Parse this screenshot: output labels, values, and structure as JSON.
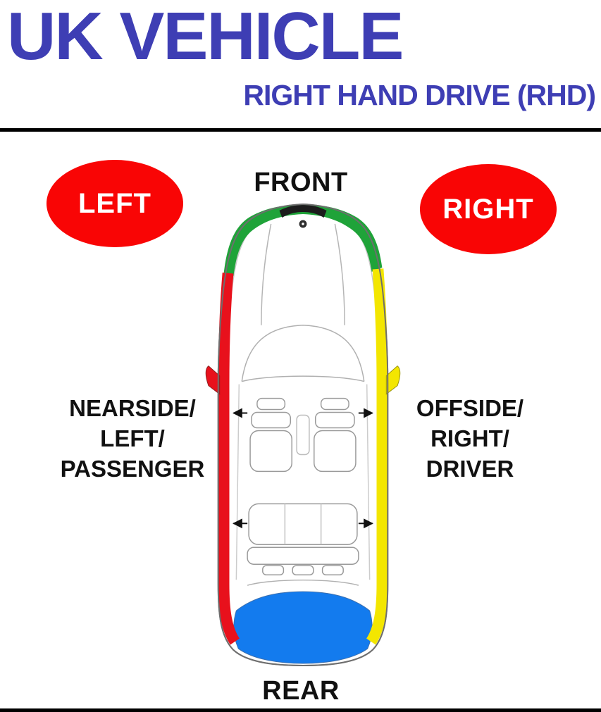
{
  "header": {
    "title": "UK VEHICLE",
    "subtitle": "RIGHT HAND DRIVE (RHD)"
  },
  "badges": {
    "left": "LEFT",
    "right": "RIGHT"
  },
  "car_labels": {
    "front": "FRONT",
    "rear": "REAR"
  },
  "side_labels": {
    "nearside": [
      "NEARSIDE/",
      "LEFT/",
      "PASSENGER"
    ],
    "offside": [
      "OFFSIDE/",
      "RIGHT/",
      "DRIVER"
    ]
  },
  "colors": {
    "title_blue": "#3e3eb4",
    "badge_red": "#f90505",
    "front_green": "#1fa339",
    "left_red": "#e8111c",
    "right_yellow": "#f3e600",
    "rear_blue": "#137bee",
    "divider_black": "#000000",
    "label_black": "#111111"
  }
}
